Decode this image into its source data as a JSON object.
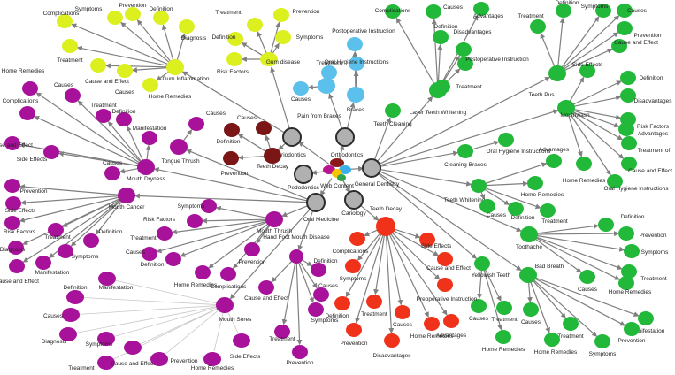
{
  "colors": {
    "edge": "#7f7f7f",
    "edge_light": "#c8c8c8",
    "hub_fill": "#b0b0b0",
    "hub_stroke": "#2b2b2b",
    "gum": "#dcef1f",
    "perio": "#7a1616",
    "ortho": "#5bc0eb",
    "general": "#22b83a",
    "oralmed": "#a8129a",
    "decay": "#f0321a",
    "logo": [
      "#b7148e",
      "#8a1a1a",
      "#f4c400",
      "#2fa44f",
      "#3ab0e6"
    ]
  },
  "center": {
    "label": "Web Content"
  },
  "hubs": {
    "periodontics": "Periodontics",
    "orthodontics": "Orthodontics",
    "pedodontics": "Pedodontics",
    "general": "General Dentistry",
    "cariology": "Cariology",
    "oralmed": "Oral Medicine"
  },
  "gum_inflammation": {
    "label": "Gum Inflammation",
    "children": {
      "complications": "Complications",
      "symptoms": "Symptoms",
      "prevention": "Prevention",
      "definition": "Definition",
      "diagnosis": "Diagnosis",
      "treatment": "Treatment",
      "cause_effect": "Cause and Effect",
      "causes": "Causes",
      "home_remedies": "Home Remedies"
    }
  },
  "gum_disease": {
    "label": "Gum disease",
    "children": {
      "treatment": "Treatment",
      "prevention": "Prevention",
      "definition": "Definition",
      "symptoms": "Symptoms",
      "risk_factors": "Risk Factors"
    }
  },
  "teeth_decay_perio": {
    "label": "Teeth Decay",
    "children": {
      "causes": "Causes",
      "definition": "Definition",
      "prevention": "Prevention"
    }
  },
  "braces": {
    "label": "Braces",
    "children": {
      "postoperative": "Postoperative Instruction",
      "oral_hygiene": "Oral Hygiene Instructions"
    }
  },
  "pain_from_braces": {
    "label": "Pain from Braces",
    "children": {
      "treatment": "Treatment",
      "causes": "Causes"
    }
  },
  "teeth_cleaning": {
    "label": "Teeth Cleaning"
  },
  "laser_whitening": {
    "label": "Laser Teeth Whitening",
    "children": {
      "complications": "Complications",
      "causes": "Causes",
      "advantages": "Advantages",
      "definition": "Definition",
      "disadvantages": "Disadvantages",
      "postoperative": "Postoperative Instruction",
      "treatment": "Treatment"
    }
  },
  "teeth_pus": {
    "label": "Teeth Pus",
    "children": {
      "treatment": "Treatment",
      "definition": "Definition",
      "symptoms": "Symptoms",
      "causes": "Causes",
      "prevention": "Prevention",
      "cause_effect": "Cause and Effect"
    }
  },
  "mouthwash": {
    "label": "Mouthwash",
    "children": {
      "side_effects": "Side Effects",
      "definition": "Definition",
      "disadvantages": "Disadvantages",
      "risk_factors": "Risk Factors",
      "advantages": "Advantages",
      "treatment_of": "Treatment of",
      "cause_effect": "Cause and Effect",
      "home_remedies": "Home Remedies",
      "oral_hygiene": "Oral Hygiene Instructions"
    }
  },
  "cleaning_braces": {
    "label": "Cleaning Braces",
    "children": {
      "oral_hygiene": "Oral Hygiene Instructions"
    }
  },
  "teeth_whitening": {
    "label": "Teeth Whitening",
    "children": {
      "advantages": "Advantages",
      "home_remedies": "Home Remedies",
      "causes": "Causes",
      "definition": "Definition",
      "treatment": "Treatment"
    }
  },
  "toothache": {
    "label": "Toothache",
    "children": {
      "definition": "Definition",
      "prevention": "Prevention",
      "symptoms": "Symptoms",
      "treatment": "Treatment",
      "causes": "Causes",
      "home_remedies": "Home Remedies"
    }
  },
  "yellowish_teeth": {
    "label": "Yellowish Teeth",
    "children": {
      "causes": "Causes",
      "treatment": "Treatment",
      "home_remedies": "Home Remedies"
    }
  },
  "bad_breath": {
    "label": "Bad Breath",
    "children": {
      "causes": "Causes",
      "treatment": "Treatment",
      "home_remedies": "Home Remedies",
      "symptoms": "Symptoms",
      "manifestation": "Manifestation",
      "prevention": "Prevention"
    }
  },
  "teeth_decay": {
    "label": "Teeth Decay",
    "children": {
      "complications": "Complications",
      "side_effects": "Side Effects",
      "cause_effect": "Cause and Effect",
      "symptoms": "Symptoms",
      "preoperative": "Preoperative Instruction",
      "definition": "Definition",
      "treatment": "Treatment",
      "prevention": "Prevention",
      "causes": "Causes",
      "home_remedies": "Home Remedies",
      "advantages": "Advantages",
      "disadvantages": "Disadvantages"
    }
  },
  "hand_foot": {
    "label": "Hand Foot Mouth Disease",
    "children": {
      "definition": "Definition",
      "causes": "Causes",
      "cause_effect": "Cause and Effect",
      "symptoms": "Symptoms",
      "treatment": "Treatment",
      "prevention": "Prevention"
    }
  },
  "mouth_thrush": {
    "label": "Mouth Thrush",
    "children": {
      "symptoms": "Symptoms",
      "causes": "Causes",
      "risk_factors": "Risk Factors",
      "treatment": "Treatment",
      "definition": "Definition",
      "home_remedies": "Home Remedies",
      "prevention": "Prevention",
      "complications": "Complications"
    }
  },
  "mouth_sores": {
    "label": "Mouth Sores",
    "children": {
      "definition": "Definition",
      "manifestation": "Manifestation",
      "causes": "Causes",
      "diagnosis": "Diagnosis",
      "symptoms": "Symptoms",
      "treatment": "Treatment",
      "cause_effect": "Cause and Effect",
      "prevention": "Prevention",
      "home_remedies": "Home Remedies",
      "side_effects": "Side Effects"
    }
  },
  "mouth_dryness": {
    "label": "Mouth Dryness",
    "children": {
      "home_remedies": "Home Remedies",
      "complications": "Complications",
      "causes_top": "Causes",
      "treatment": "Treatment",
      "definition": "Definition",
      "manifestation": "Manifestation",
      "cause_effect": "Cause and Effect",
      "side_effects": "Side Effects",
      "causes": "Causes"
    }
  },
  "tongue_thrush": {
    "label": "Tongue Thrush",
    "children": {
      "causes": "Causes"
    }
  },
  "mouth_cancer": {
    "label": "Mouth Cancer",
    "children": {
      "prevention": "Prevention",
      "side_effects": "Side Effects",
      "risk_factors": "Risk Factors",
      "diagnosis": "Diagnosis",
      "cause_effect": "Cause and Effect",
      "manifestation": "Manifestation",
      "symptoms": "Symptoms",
      "definition": "Definition",
      "treatment": "Treatment"
    }
  }
}
